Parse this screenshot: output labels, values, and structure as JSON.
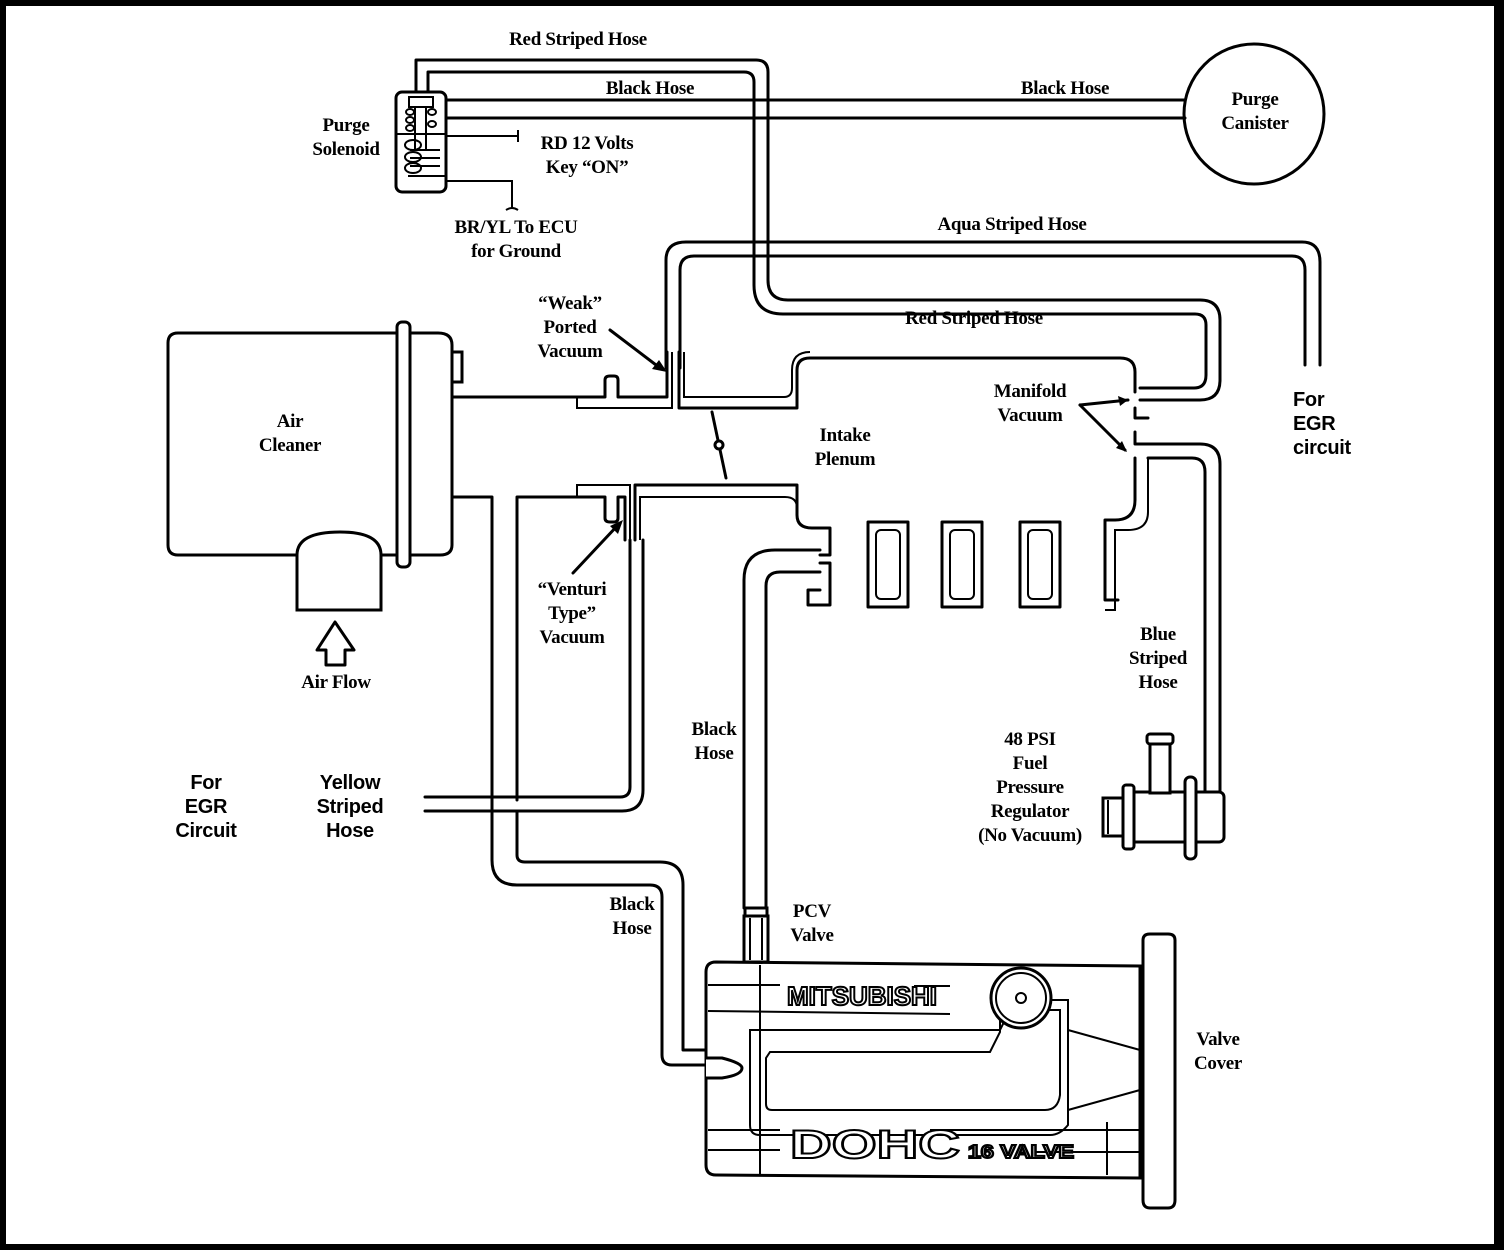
{
  "diagram": {
    "labels": {
      "red_striped_hose_top": "Red Striped Hose",
      "black_hose_top": "Black Hose",
      "black_hose_canister": "Black Hose",
      "purge_canister": "Purge\nCanister",
      "purge_solenoid": "Purge\nSolenoid",
      "rd_12_volts": "RD 12 Volts\nKey “ON”",
      "bryl_to_ecu": "BR/YL To ECU\nfor Ground",
      "aqua_striped_hose": "Aqua Striped Hose",
      "red_striped_hose_mid": "Red Striped Hose",
      "weak_ported_vacuum": "“Weak”\nPorted\nVacuum",
      "air_cleaner": "Air\nCleaner",
      "air_flow": "Air Flow",
      "intake_plenum": "Intake\nPlenum",
      "manifold_vacuum": "Manifold\nVacuum",
      "for_egr_circuit_right": "For\nEGR\ncircuit",
      "venturi_type_vacuum": "“Venturi\nType”\nVacuum",
      "blue_striped_hose": "Blue\nStriped\nHose",
      "black_hose_pcv": "Black\nHose",
      "fuel_pressure_regulator": "48 PSI\nFuel\nPressure\nRegulator\n(No Vacuum)",
      "for_egr_circuit_left": "For\nEGR\nCircuit",
      "yellow_striped_hose": "Yellow\nStriped\nHose",
      "black_hose_valve_cover": "Black\nHose",
      "pcv_valve": "PCV\nValve",
      "valve_cover": "Valve\nCover"
    },
    "valve_cover_text": {
      "brand": "MITSUBISHI",
      "engine": "DOHC",
      "valves": "16 VALVE"
    }
  }
}
